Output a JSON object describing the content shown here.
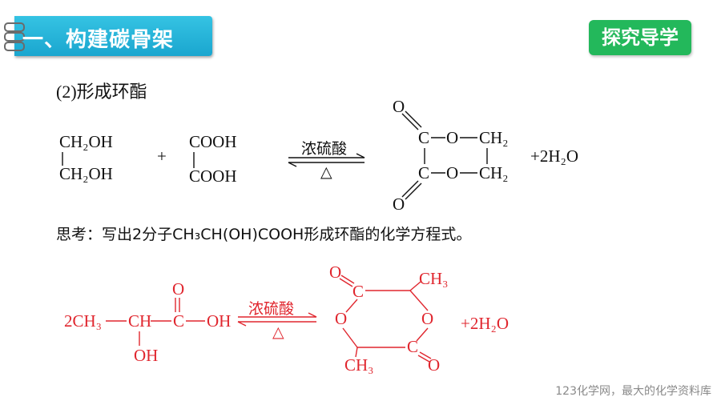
{
  "header": {
    "title": "一、构建碳骨架",
    "badge": "探究导学"
  },
  "section": {
    "subtitle": "(2)形成环酯"
  },
  "reaction1": {
    "reactant1": {
      "line1": "CH₂OH",
      "line2": "CH₂OH"
    },
    "plus": "+",
    "reactant2": {
      "line1": "COOH",
      "line2": "COOH"
    },
    "condition_top": "浓硫酸",
    "condition_bottom": "△",
    "product": {
      "o_top": "O",
      "c_top": "C",
      "o_ring_top": "O",
      "ch2_top": "CH₂",
      "c_bot": "C",
      "o_ring_bot": "O",
      "ch2_bot": "CH₂",
      "o_bot": "O"
    },
    "byproduct": "+2H₂O"
  },
  "question": {
    "text": "思考：写出2分子CH₃CH(OH)COOH形成环酯的化学方程式。"
  },
  "reaction2": {
    "coef": "2CH₃",
    "ch": "CH",
    "c": "C",
    "oh_end": "OH",
    "o_dbl": "O",
    "oh_sub": "OH",
    "condition_top": "浓硫酸",
    "condition_bottom": "△",
    "ring": {
      "o_tl": "O",
      "c_top": "C",
      "ch3_tr": "CH₃",
      "o_left": "O",
      "o_right": "O",
      "ch3_bl": "CH₃",
      "c_bot": "C",
      "o_br": "O"
    },
    "byproduct": "+2H₂O"
  },
  "footer": {
    "watermark": "123化学网，最大的化学资料库"
  },
  "colors": {
    "banner": "#1fb0d8",
    "badge": "#23b85b",
    "answer": "#e0262e"
  }
}
